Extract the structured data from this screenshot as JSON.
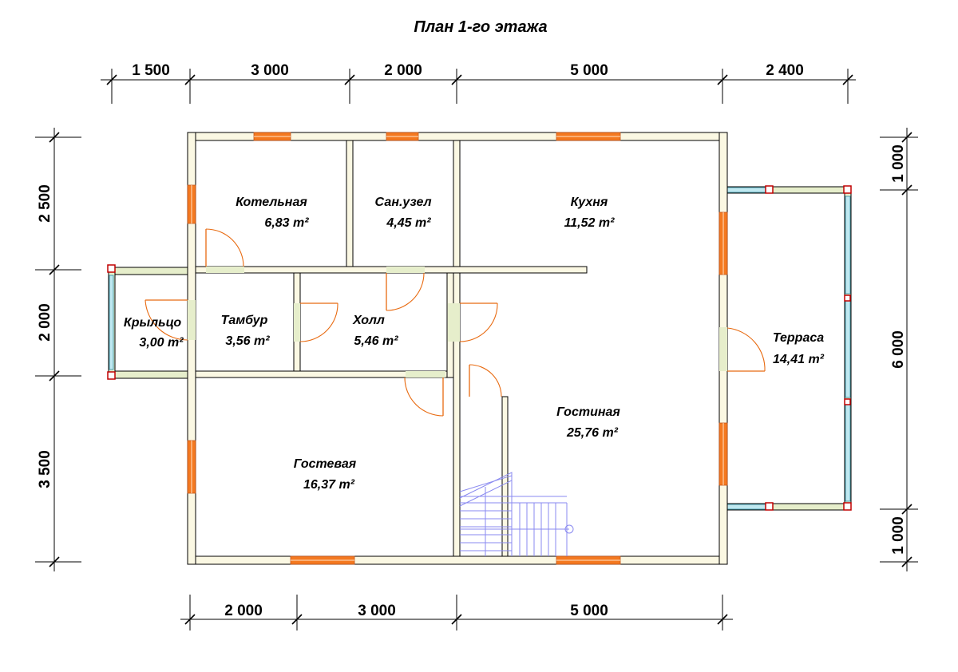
{
  "title": "План 1-го этажа",
  "dims_top": [
    "1 500",
    "3 000",
    "2 000",
    "5 000",
    "2 400"
  ],
  "dims_bottom": [
    "2 000",
    "3 000",
    "5 000"
  ],
  "dims_left": [
    "2 500",
    "2 000",
    "3 500"
  ],
  "dims_right": [
    "1 000",
    "6 000",
    "1 000"
  ],
  "rooms": {
    "kotelnaya": {
      "name": "Котельная",
      "area": "6,83 m²"
    },
    "sanuzel": {
      "name": "Сан.узел",
      "area": "4,45 m²"
    },
    "kuhnya": {
      "name": "Кухня",
      "area": "11,52 m²"
    },
    "krylco": {
      "name": "Крыльцо",
      "area": "3,00 m²"
    },
    "tambur": {
      "name": "Тамбур",
      "area": "3,56 m²"
    },
    "holl": {
      "name": "Холл",
      "area": "5,46 m²"
    },
    "terrasa": {
      "name": "Терраса",
      "area": "14,41 m²"
    },
    "gostinaya": {
      "name": "Гостиная",
      "area": "25,76 m²"
    },
    "gostevaya": {
      "name": "Гостевая",
      "area": "16,37 m²"
    }
  },
  "colors": {
    "window": "#f47920",
    "wall_fill": "#fbf8e3",
    "opening": "#e6eecb",
    "door": "#e86a10",
    "stair": "#8a8af0",
    "post": "#c00000"
  }
}
